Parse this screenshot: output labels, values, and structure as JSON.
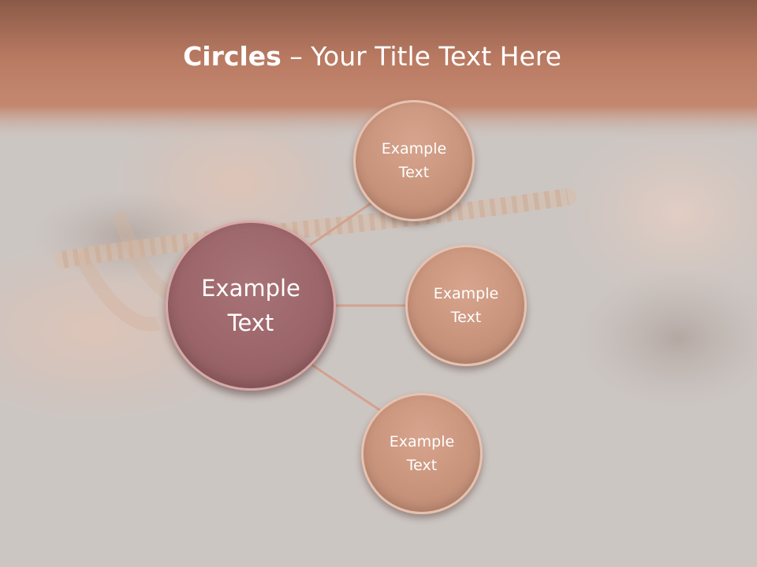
{
  "slide": {
    "title_bold": "Circles",
    "title_rest": " – Your Title Text Here"
  },
  "diagram": {
    "center": {
      "label": "Example\nText"
    },
    "satellites": [
      {
        "label": "Example\nText"
      },
      {
        "label": "Example\nText"
      },
      {
        "label": "Example\nText"
      }
    ]
  },
  "colors": {
    "header_band": "#b97a62",
    "background": "#ccc6c3",
    "center_fill": "#9b6569",
    "satellite_fill": "#c9947c",
    "connector": "#d3a28e",
    "text": "#ffffff"
  }
}
